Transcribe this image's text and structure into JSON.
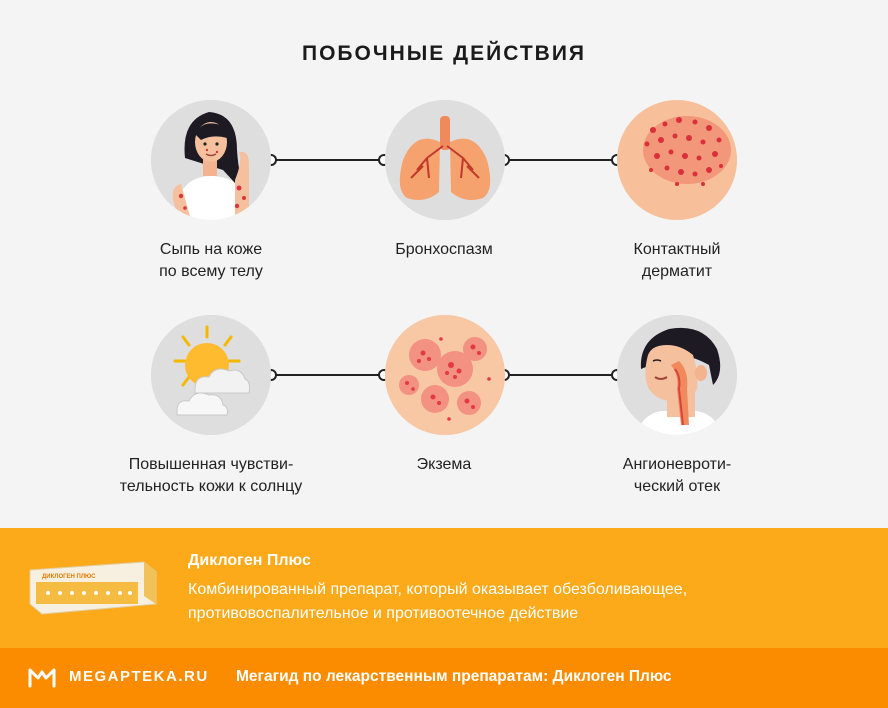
{
  "title": "ПОБОЧНЫЕ ДЕЙСТВИЯ",
  "effects": [
    {
      "label": "Сыпь на коже\nпо всему телу",
      "icon": "woman-with-rash-icon"
    },
    {
      "label": "Бронхоспазм",
      "icon": "lungs-icon"
    },
    {
      "label": "Контактный\nдерматит",
      "icon": "dermatitis-skin-icon"
    },
    {
      "label": "Повышенная чувстви-\nтельность кожи к солнцу",
      "icon": "sun-behind-cloud-icon"
    },
    {
      "label": "Экзема",
      "icon": "eczema-skin-icon"
    },
    {
      "label": "Ангионевроти-\nческий отек",
      "icon": "swollen-throat-icon"
    }
  ],
  "product": {
    "name": "Диклоген Плюс",
    "description": "Комбинированный препарат, который оказывает обезболивающее, противовоспалительное и противоотечное действие",
    "package_brand": "ДИКЛОГЕН ПЛЮС"
  },
  "footer": {
    "brand": "MEGAPTEKA.RU",
    "text": "Мегагид по лекарственным препаратам: Диклоген Плюс"
  },
  "colors": {
    "accent": "#fca91a",
    "footer": "#fb8c00",
    "circle_bg": "#dedede",
    "connector": "#222222"
  }
}
